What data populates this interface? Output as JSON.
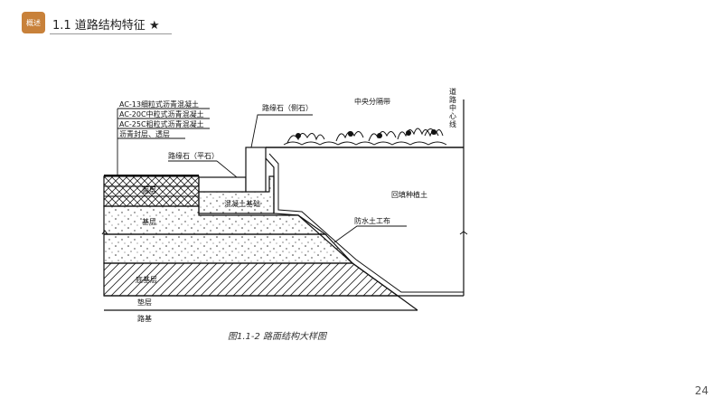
{
  "header": {
    "badge": "概述",
    "title": "1.1 道路结构特征 ★"
  },
  "diagram": {
    "layers": {
      "ac13": "AC-13细粒式沥青混凝土",
      "ac20c": "AC-20C中粒式沥青混凝土",
      "ac25c": "AC-25C粗粒式沥青混凝土",
      "seal": "沥青封层、透层",
      "surface": "面层",
      "base": "基层",
      "subbase": "底基层",
      "cushion": "垫层",
      "subgrade": "路基"
    },
    "labels": {
      "curb_side": "路缘石（侧石）",
      "curb_flat": "路缘石（平石）",
      "median": "中央分隔带",
      "centerline": "道路中心线",
      "concrete_base": "混凝土基础",
      "backfill": "回填种植土",
      "geotextile": "防水土工布"
    }
  },
  "caption": "图1.1-2 路面结构大样图",
  "page_number": "24"
}
